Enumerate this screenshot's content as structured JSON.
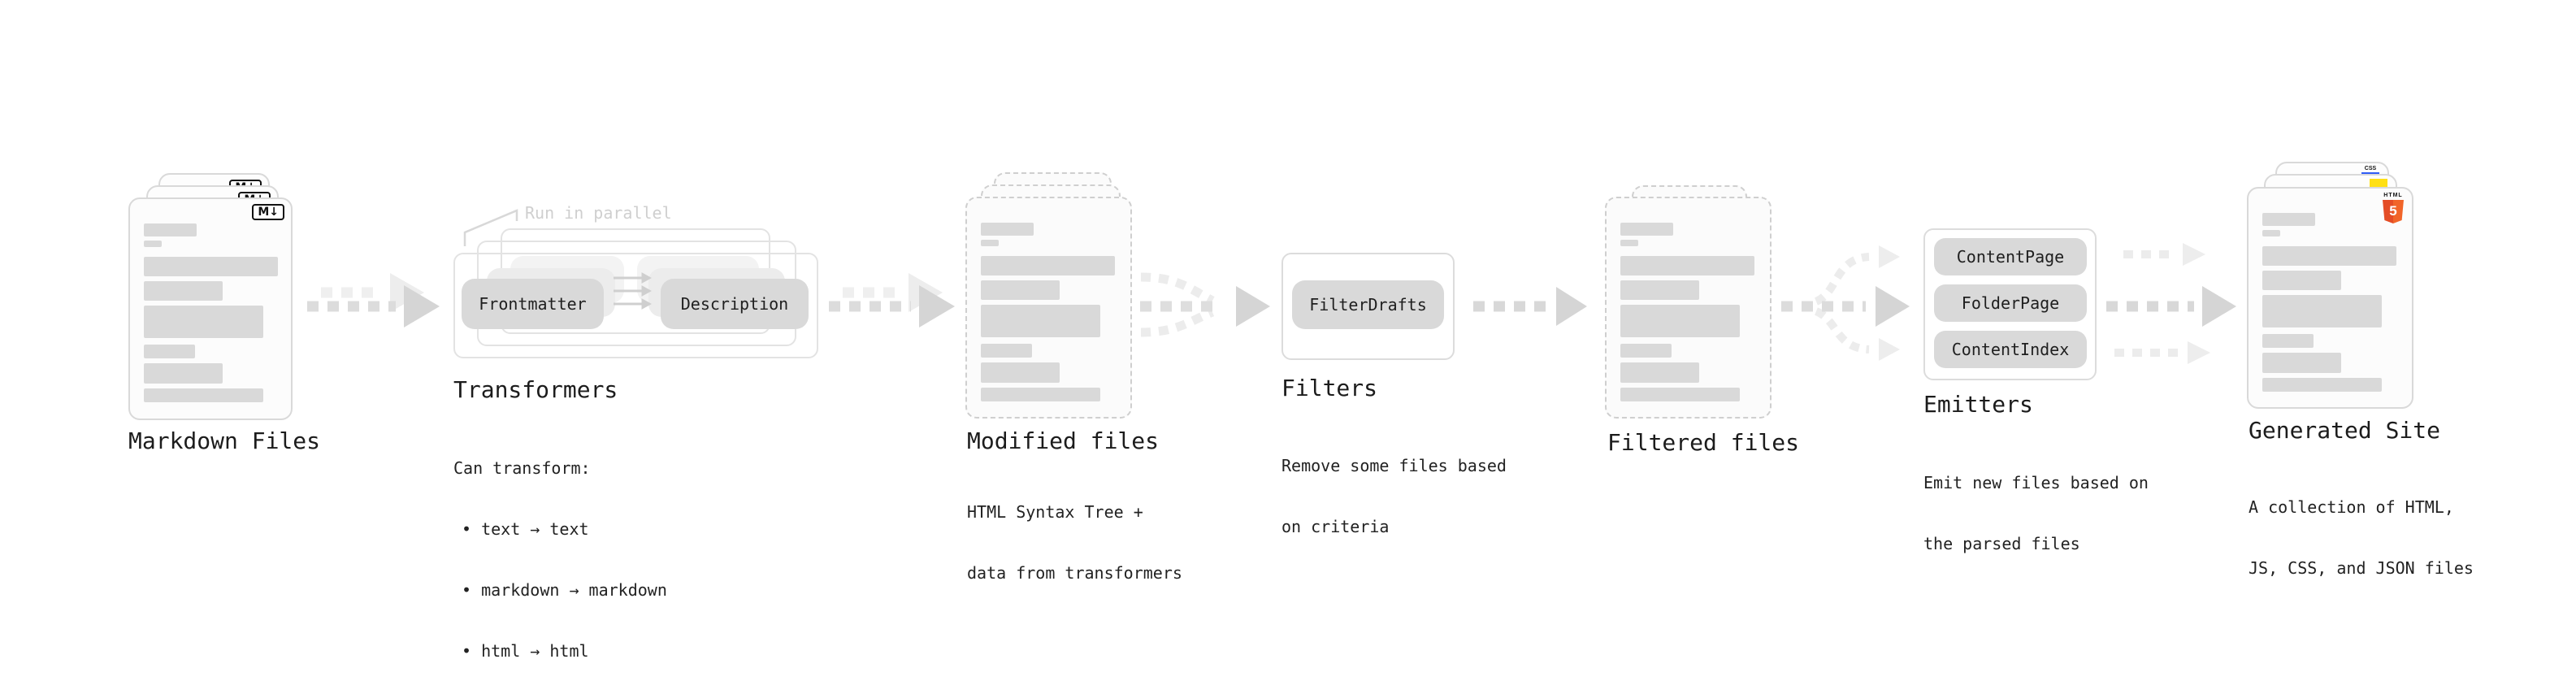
{
  "diagram": {
    "markdown_files": {
      "title": "Markdown Files",
      "badge": "M↓"
    },
    "transformers": {
      "title": "Transformers",
      "annotation": "Run in parallel",
      "pills": [
        "Frontmatter",
        "Description"
      ],
      "desc_heading": "Can transform:",
      "bullets": [
        "• text → text",
        "• markdown → markdown",
        "• html → html"
      ]
    },
    "modified_files": {
      "title": "Modified files",
      "desc_lines": [
        "HTML Syntax Tree +",
        "data from transformers"
      ]
    },
    "filters": {
      "title": "Filters",
      "pill": "FilterDrafts",
      "desc_lines": [
        "Remove some files based",
        "on criteria"
      ]
    },
    "filtered_files": {
      "title": "Filtered files"
    },
    "emitters": {
      "title": "Emitters",
      "pills": [
        "ContentPage",
        "FolderPage",
        "ContentIndex"
      ],
      "desc_lines": [
        "Emit new files based on",
        "the parsed files"
      ]
    },
    "generated_site": {
      "title": "Generated Site",
      "desc_lines": [
        "A collection of HTML,",
        "JS, CSS, and JSON files"
      ],
      "badges": {
        "html_text": "HTML",
        "html_number": "5",
        "css": "CSS"
      }
    },
    "colors": {
      "placeholder_bar": "#d9d9d9",
      "pill_fill": "#d9d9d9",
      "card_border": "#d9d9d9",
      "dashed_border": "#cfcfcf",
      "arrow_dark": "#dcdcdc",
      "arrow_light": "#efefef",
      "annotation_gray": "#cfcfcf",
      "html5_orange": "#e44d26",
      "js_yellow": "#ffe014",
      "css_blue": "#2f5cf6"
    }
  }
}
